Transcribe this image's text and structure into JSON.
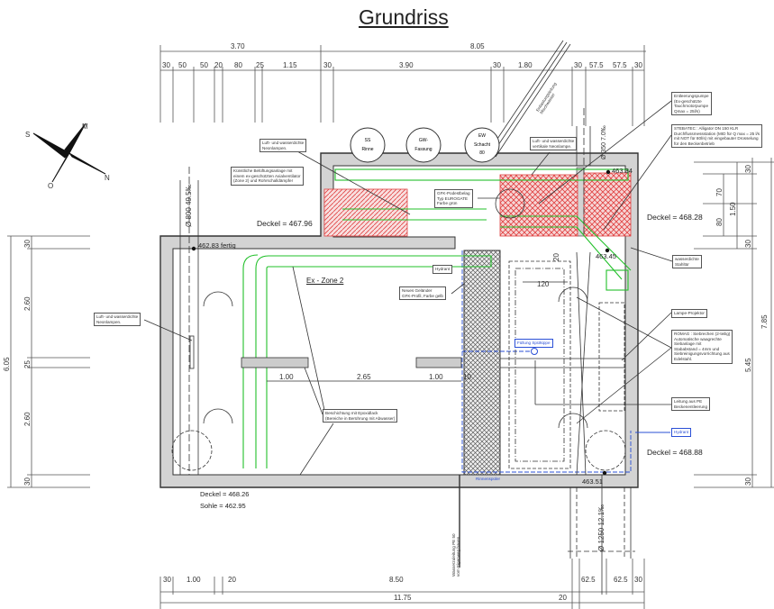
{
  "title": "Grundriss",
  "compass": {
    "m": "M",
    "s": "S",
    "o": "O",
    "n": "N"
  },
  "dims_top_overall": [
    "3.70",
    "8.05"
  ],
  "dims_top": [
    "30",
    "50",
    "50",
    "20",
    "80",
    "25",
    "1.15",
    "30",
    "3.90",
    "30",
    "1.80",
    "30",
    "57.5",
    "57.5",
    "30"
  ],
  "dims_bottom": [
    "30",
    "1.00",
    "20",
    "8.50",
    "62.5",
    "62.5",
    "30"
  ],
  "dims_bottom_overall": [
    "11.75",
    "20"
  ],
  "dims_left": [
    "30",
    "2.60",
    "25",
    "2.60",
    "30"
  ],
  "dims_left_overall": "6.05",
  "dims_right": [
    "30",
    "70",
    "80",
    "30",
    "1.50",
    "5.45",
    "30"
  ],
  "dims_right_overall": "7.85",
  "dims_inner": [
    "1.00",
    "2.65",
    "1.00",
    "10",
    "120",
    "20"
  ],
  "shafts": [
    {
      "line1": "SS",
      "line2": "Rinne"
    },
    {
      "line1": "GW-",
      "line2": "Fassung"
    },
    {
      "line1": "EW",
      "line2": "Schacht",
      "line3": "80"
    }
  ],
  "elevations": {
    "deckel_1": "Deckel = 467.96",
    "fertig": "462.83  fertig",
    "e_46334": "463.34",
    "deckel_2": "Deckel = 468.28",
    "e_46345": "463.45",
    "deckel_3": "Deckel = 468.88",
    "e_46351": "463.51",
    "deckel_4": "Deckel = 468.26",
    "sohle": "Sohle   = 462.95"
  },
  "pipes": {
    "left": "Ø 800 49.5‰",
    "top_right": "Ø 350 7.0‰",
    "bottom": "Ø 1250 12.1‰",
    "diagonal": "Entlastungsleitung\nMischwasser",
    "water_supply": "Wasserzuleitung PE 50\nvom Eigenweg bauen"
  },
  "zone_label": "Ex - Zone 2",
  "callouts": {
    "neon_top": "Luft- und wasserdichte\nNeonlampen.",
    "ventilation": "Künstliche Belüftungsanlage mit\neinem ex-geschützten Axialventilator\n(Zone 2) und Rohrschalldämpfer",
    "neon_vertical": "Luft- und wasserdichte\nvertikale Neonlampe.",
    "pump": "Entleerungspumpe\n(Ex-geschützte\nTauchmotorpumpe\nQmax = 25l/s)",
    "stebatec": "STEBATEC : Alligator DN 150 KLR\nDurchflussmessstation (MID für Q max = 25 l/s\nmit NOT für 80l/s) mit eingebauter Drosselung\nfür den Beckenbetrieb",
    "gfk": "GFK-Podestbelag\nTyp EUROGATE\nFarbe grün",
    "hydrant_1": "Hydrant",
    "railing": "Neues Geländer\nGFK-Profil, Farbe gelb",
    "steel_door": "wasserdichte\nStahltür",
    "lamp": "Lampe-Projektor",
    "romag": "ROMAG : Siebrechen (2-teilig)\nAutomatische waagrechte\nSiebanlage mit\nStababstand = 4mm und\nSiebreinigungsvorrichtung aus\nEdelstahl.",
    "pe_line": "Leitung aus PE\nBeckenentleerung",
    "hydrant_2": "Hydrant",
    "flush": "Füllung Spülkippe",
    "neon_left": "Luft- und wasserdichte\nNeonlampen.",
    "coating": "Beschichtung mit Epoxidlack\n(Bereiche in Berührung mit Abwasser)",
    "channel": "Rinnenspüler"
  },
  "colors": {
    "wall": "#d3d3d3",
    "duct": "#22c02a",
    "hatch_red": "#e04040",
    "blue": "#2a4fd6",
    "line": "#333333"
  }
}
